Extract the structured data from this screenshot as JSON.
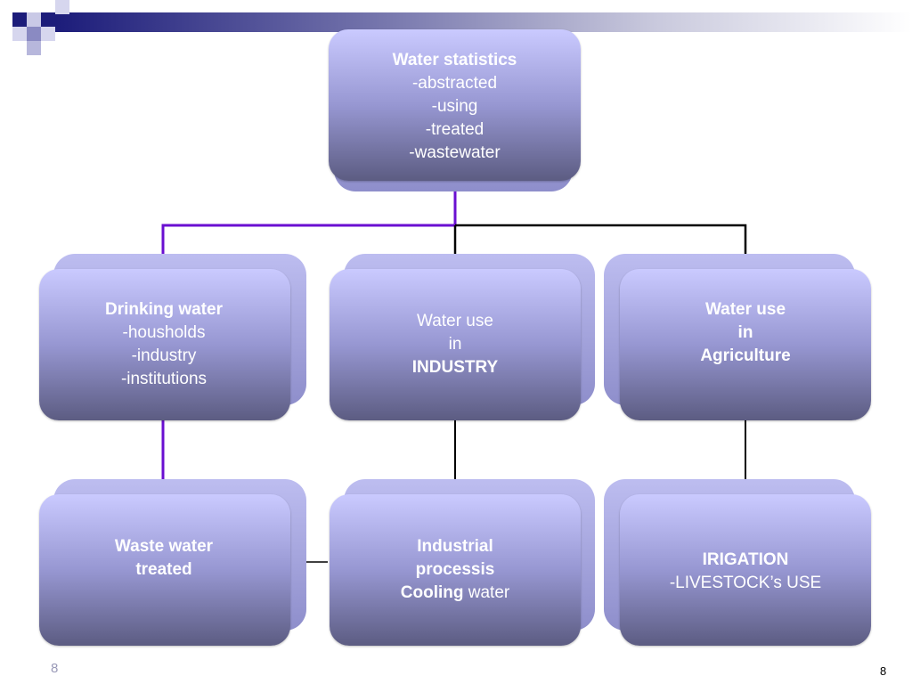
{
  "diagram": {
    "top": {
      "title": "Water statistics",
      "items": [
        "-abstracted",
        "-using",
        "-treated",
        "-wastewater"
      ]
    },
    "drinking": {
      "title": "Drinking water",
      "items": [
        "-housholds",
        "-industry",
        "-institutions"
      ]
    },
    "industry": {
      "line1": "Water use",
      "line2": "in",
      "line3": "INDUSTRY"
    },
    "agriculture": {
      "line1": "Water use",
      "line2": "in",
      "line3": "Agriculture"
    },
    "wastewater": {
      "line1": "Waste water",
      "line2": "treated"
    },
    "industrial_process": {
      "line1": "Industrial",
      "line2": "processis",
      "line3_bold": "Cooling",
      "line3_rest": " water"
    },
    "irrigation": {
      "line1": "IRIGATION",
      "line2": "-LIVESTOCK’s USE"
    }
  },
  "footer": {
    "slide_number_left": "8",
    "slide_number_right": "8"
  },
  "colors": {
    "connector_purple": "#6a0fd1",
    "connector_black": "#000000",
    "box_top": "#cacaff",
    "box_bottom": "#5c5c82"
  }
}
